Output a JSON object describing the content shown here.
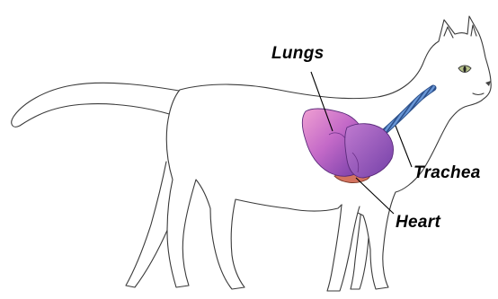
{
  "labels": {
    "lungs": "Lungs",
    "trachea": "Trachea",
    "heart": "Heart"
  },
  "colors": {
    "outline": "#3a3a3a",
    "lung_light": "#e88fc8",
    "lung_mid": "#b45fc2",
    "lung_dark": "#7a3fa8",
    "heart": "#d4735f",
    "trachea": "#4a78b8",
    "leader_line": "#000000",
    "eye": "#b7c28a"
  }
}
